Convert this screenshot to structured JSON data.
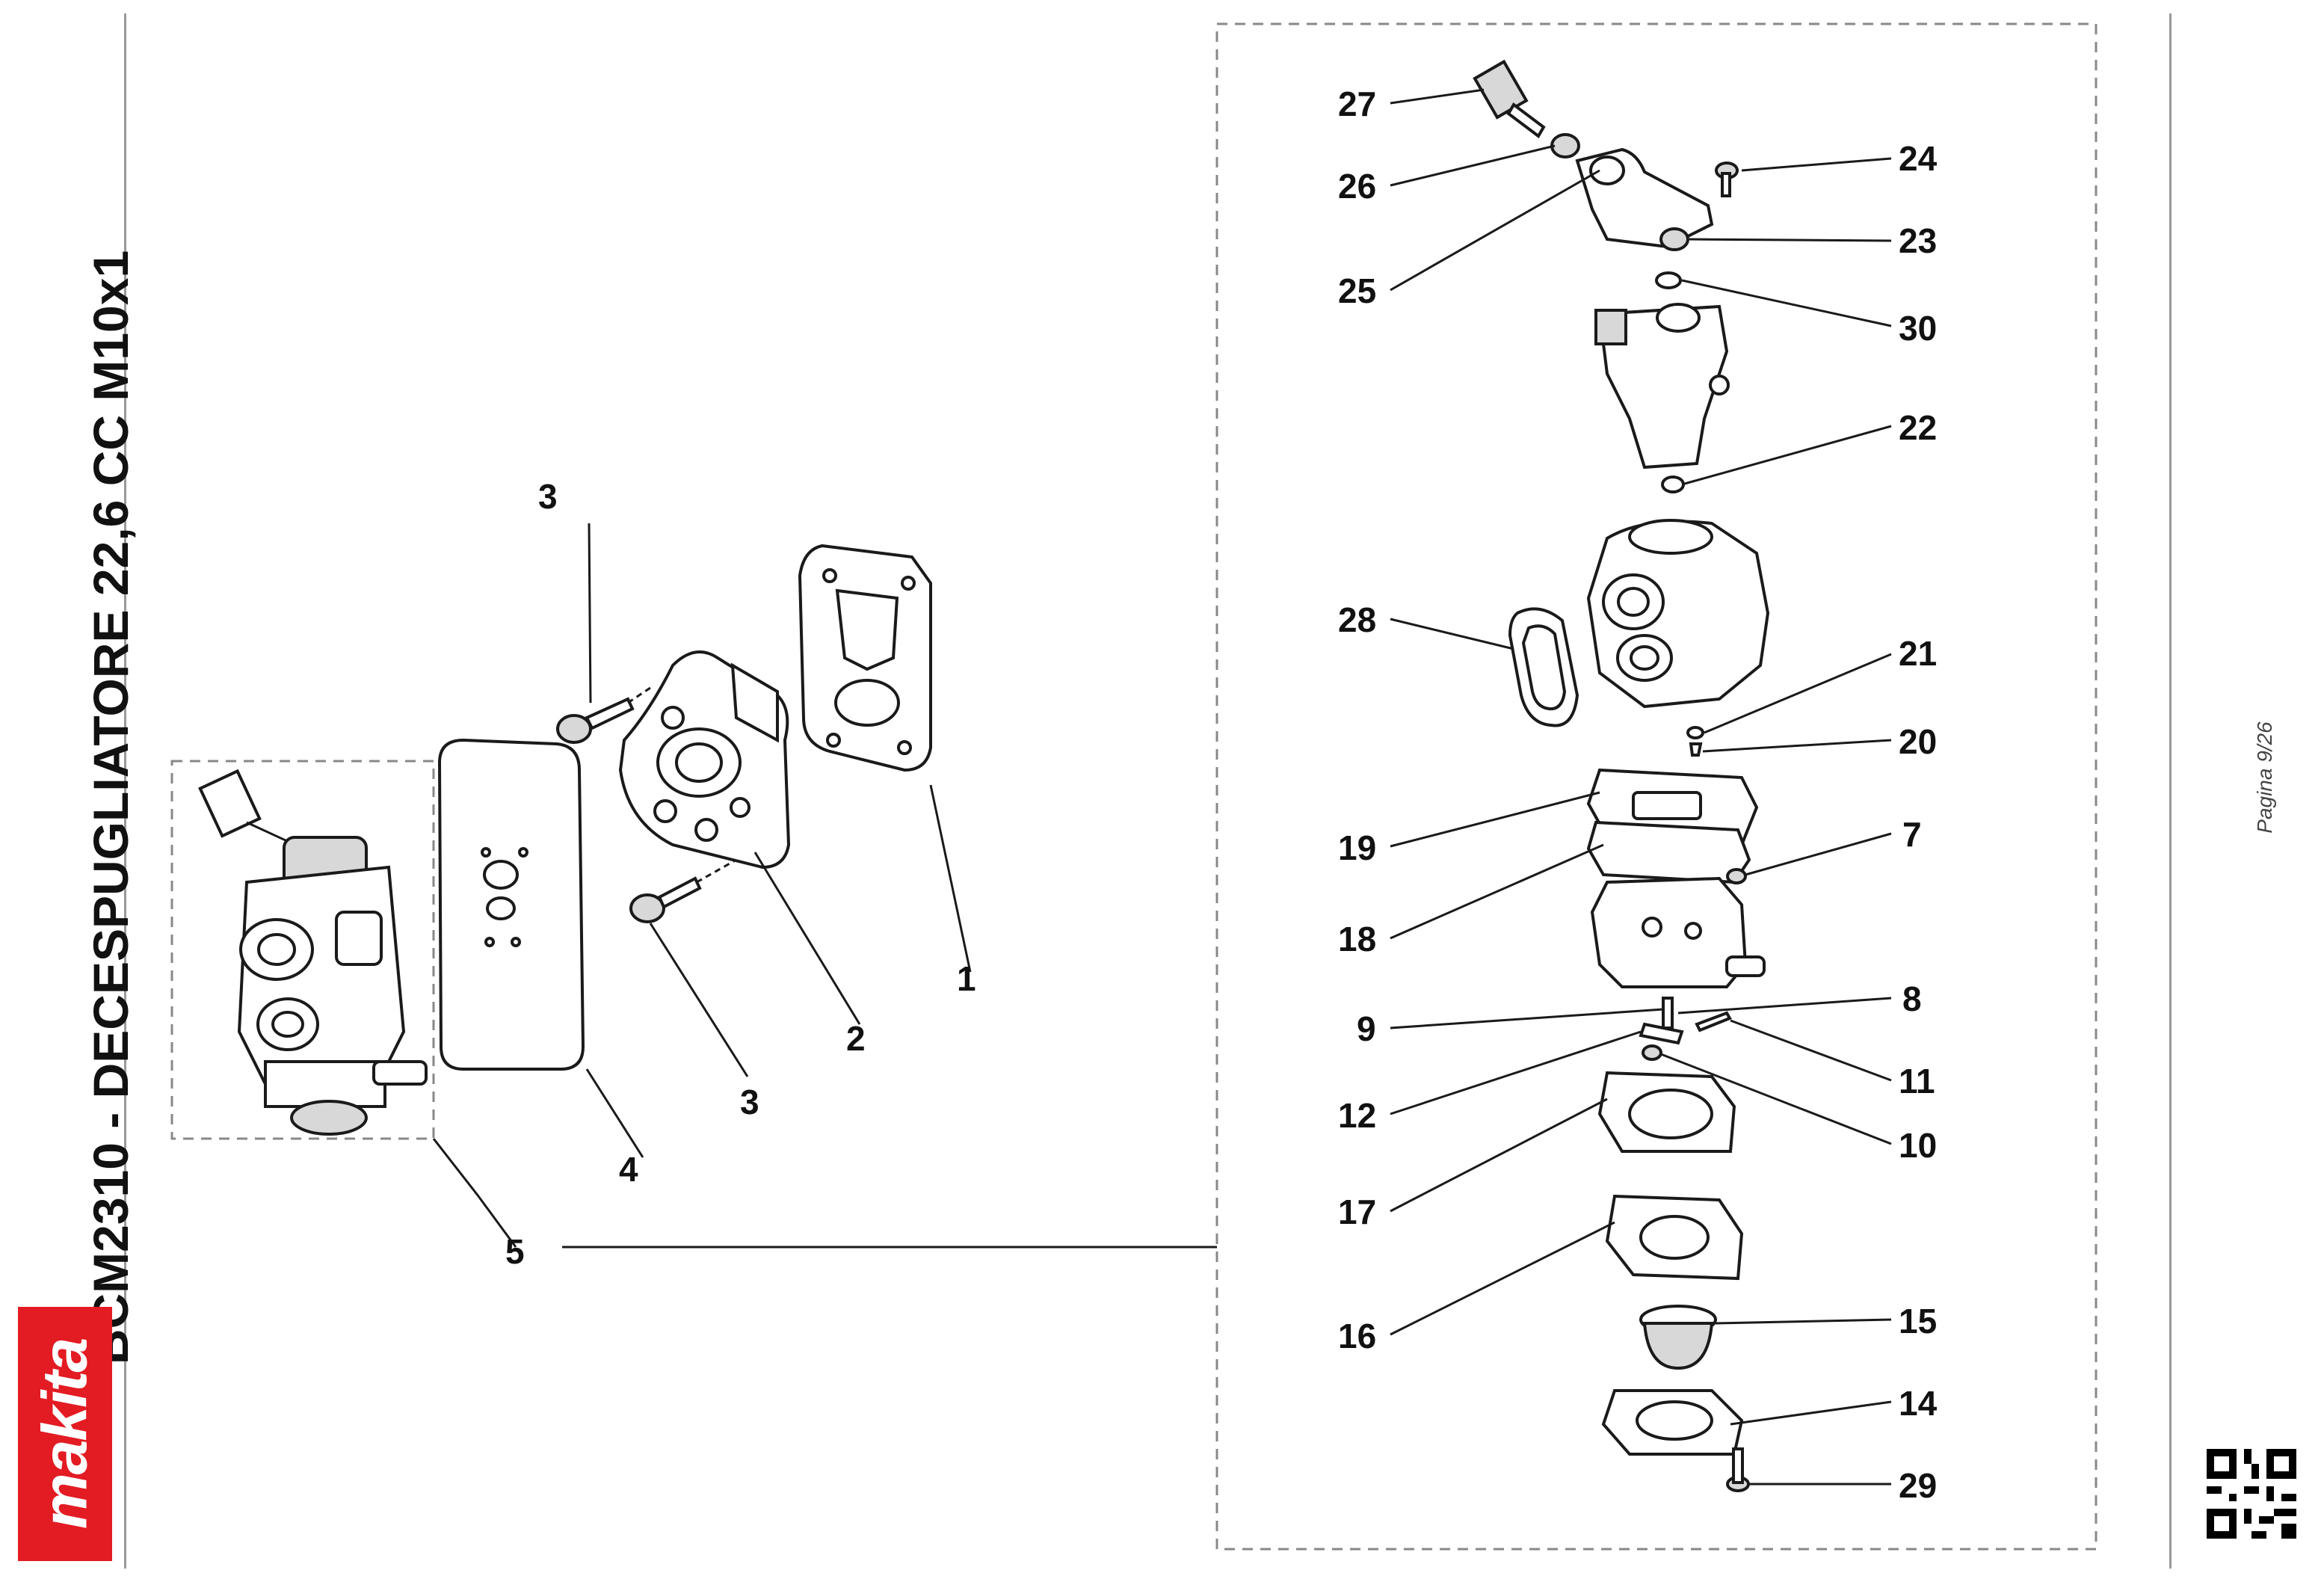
{
  "title": "BCM2310 - DECESPUGLIATORE 22,6 CC M10x1",
  "brand": "makita",
  "page_label": "Pagina 9/26",
  "colors": {
    "brand_red": "#e31b23",
    "line": "#1a1a1a",
    "frame": "#888888"
  },
  "icons": {
    "qr": "qr-code-icon"
  },
  "callouts": {
    "c1": "1",
    "c2": "2",
    "c3a": "3",
    "c3b": "3",
    "c4": "4",
    "c5": "5",
    "c7": "7",
    "c8": "8",
    "c9": "9",
    "c10": "10",
    "c11": "11",
    "c12": "12",
    "c14": "14",
    "c15": "15",
    "c16": "16",
    "c17": "17",
    "c18": "18",
    "c19": "19",
    "c20": "20",
    "c21": "21",
    "c22": "22",
    "c23": "23",
    "c24": "24",
    "c25": "25",
    "c26": "26",
    "c27": "27",
    "c28": "28",
    "c29": "29",
    "c30": "30"
  }
}
